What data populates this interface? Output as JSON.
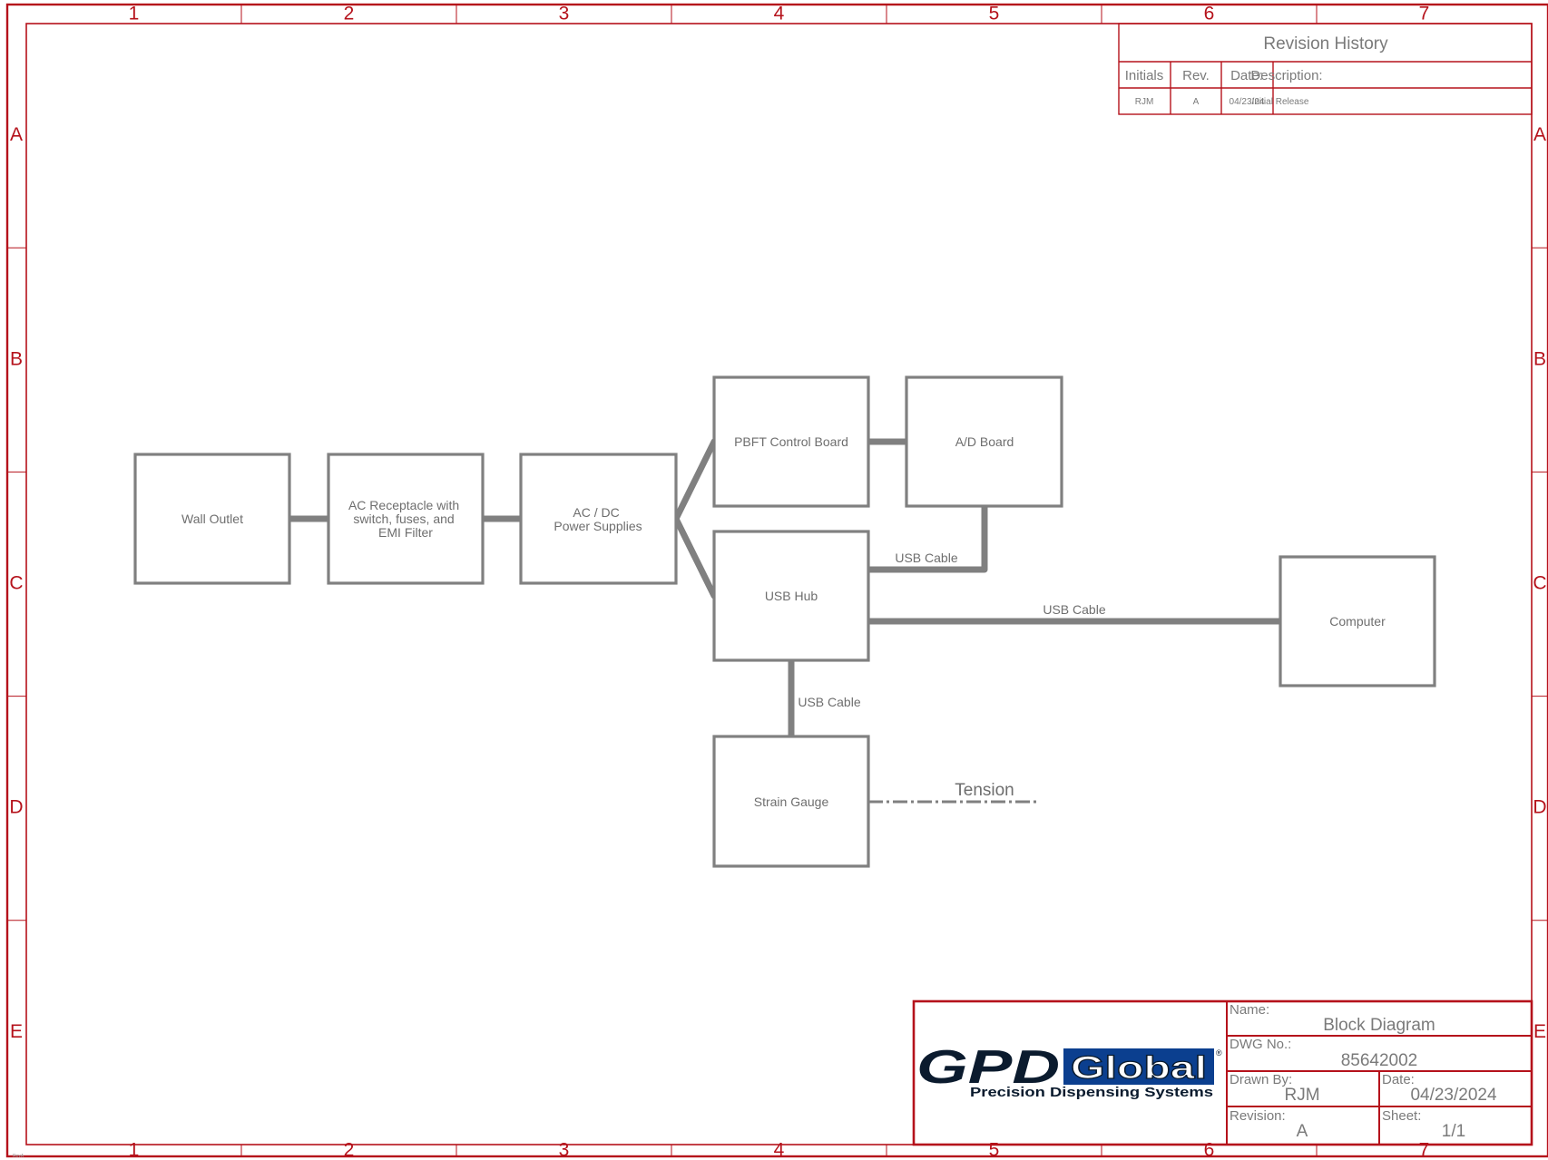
{
  "frame": {
    "columns": [
      "1",
      "2",
      "3",
      "4",
      "5",
      "6",
      "7"
    ],
    "rows": [
      "A",
      "B",
      "C",
      "D",
      "E"
    ],
    "corner_mark": "RevA"
  },
  "revision_history": {
    "title": "Revision History",
    "headers": {
      "initials": "Initials",
      "rev": "Rev.",
      "date": "Date:",
      "description": "Description:"
    },
    "rows": [
      {
        "initials": "RJM",
        "rev": "A",
        "date": "04/23/24",
        "description": "Initial Release"
      }
    ]
  },
  "blocks": {
    "wall_outlet": [
      "Wall Outlet"
    ],
    "ac_receptacle": [
      "AC Receptacle with",
      "switch, fuses, and",
      "EMI Filter"
    ],
    "ac_dc": [
      "AC / DC",
      "Power Supplies"
    ],
    "pbft": [
      "PBFT Control Board"
    ],
    "ad_board": [
      "A/D Board"
    ],
    "usb_hub": [
      "USB Hub"
    ],
    "computer": [
      "Computer"
    ],
    "strain_gauge": [
      "Strain Gauge"
    ]
  },
  "connections": {
    "usb_ad": "USB Cable",
    "usb_computer": "USB Cable",
    "usb_strain": "USB Cable",
    "tension": "Tension"
  },
  "title_block": {
    "logo": {
      "gpd": "GPD",
      "global": "Global",
      "registered": "®",
      "tagline": "Precision Dispensing Systems",
      "colors": {
        "gpd": "#0b1b2e",
        "global_bg": "#0b3f8f",
        "global_text": "#ffffff"
      }
    },
    "name_label": "Name:",
    "name_value": "Block Diagram",
    "dwg_label": "DWG No.:",
    "dwg_value": "85642002",
    "drawn_label": "Drawn By:",
    "drawn_value": "RJM",
    "date_label": "Date:",
    "date_value": "04/23/2024",
    "revision_label": "Revision:",
    "revision_value": "A",
    "sheet_label": "Sheet:",
    "sheet_value": "1/1"
  },
  "colors": {
    "border": "#b5121b",
    "block_stroke": "#808080",
    "text": "#6e6e6e"
  }
}
